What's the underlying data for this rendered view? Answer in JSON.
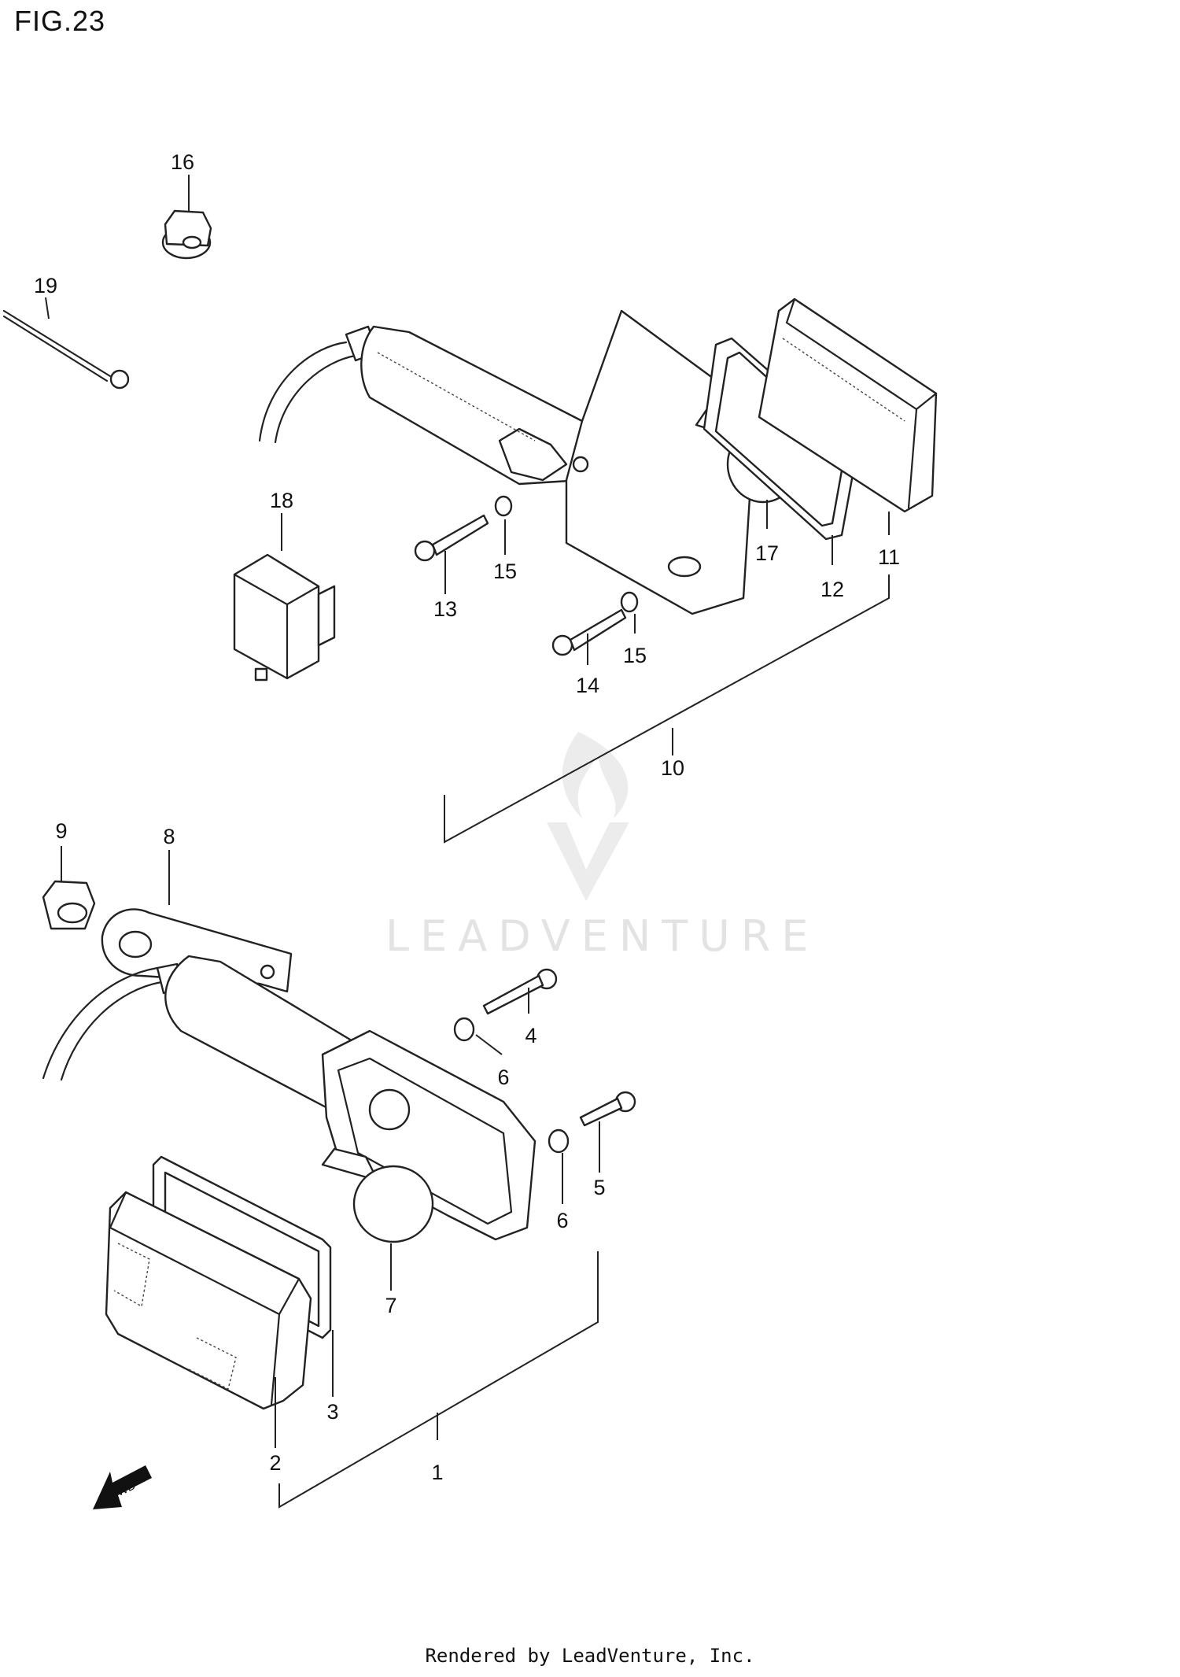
{
  "title": "FIG.23",
  "watermark": {
    "word": "LEADVENTURE"
  },
  "footer": "Rendered by LeadVenture, Inc.",
  "fwd_label": "FWD",
  "callouts": [
    "1",
    "2",
    "3",
    "4",
    "5",
    "6",
    "6",
    "7",
    "8",
    "9",
    "10",
    "11",
    "12",
    "13",
    "14",
    "15",
    "15",
    "16",
    "17",
    "18",
    "19"
  ]
}
